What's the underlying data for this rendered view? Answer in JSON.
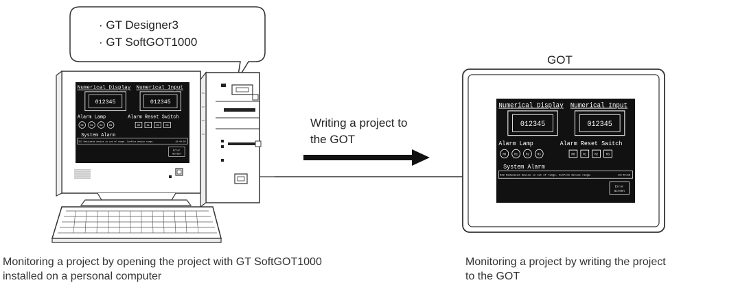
{
  "bubble": {
    "line1": "· GT Designer3",
    "line2": "· GT SoftGOT1000"
  },
  "arrow_label": {
    "line1": "Writing a project to",
    "line2": "the GOT"
  },
  "got_title": "GOT",
  "captions": {
    "left_line1": "Monitoring a project by opening the project with GT SoftGOT1000",
    "left_line2": "installed on a personal computer",
    "right_line1": "Monitoring a project by writing the project",
    "right_line2": "to the GOT"
  },
  "screen": {
    "numerical_display": "Numerical Display",
    "numerical_input": "Numerical Input",
    "display_value": "012345",
    "input_value": "012345",
    "alarm_lamp": "Alarm Lamp",
    "alarm_reset_switch": "Alarm Reset Switch",
    "lamps": [
      "M0",
      "M1",
      "M2",
      "M3"
    ],
    "switches": [
      "M0",
      "M1",
      "M2",
      "M3"
    ],
    "system_alarm": "System Alarm",
    "alarm_message": "322 Dedicated device is out of range. Confirm device range.",
    "alarm_time": "10:40:59",
    "error_button_line1": "Error",
    "error_button_line2": "Screen"
  }
}
